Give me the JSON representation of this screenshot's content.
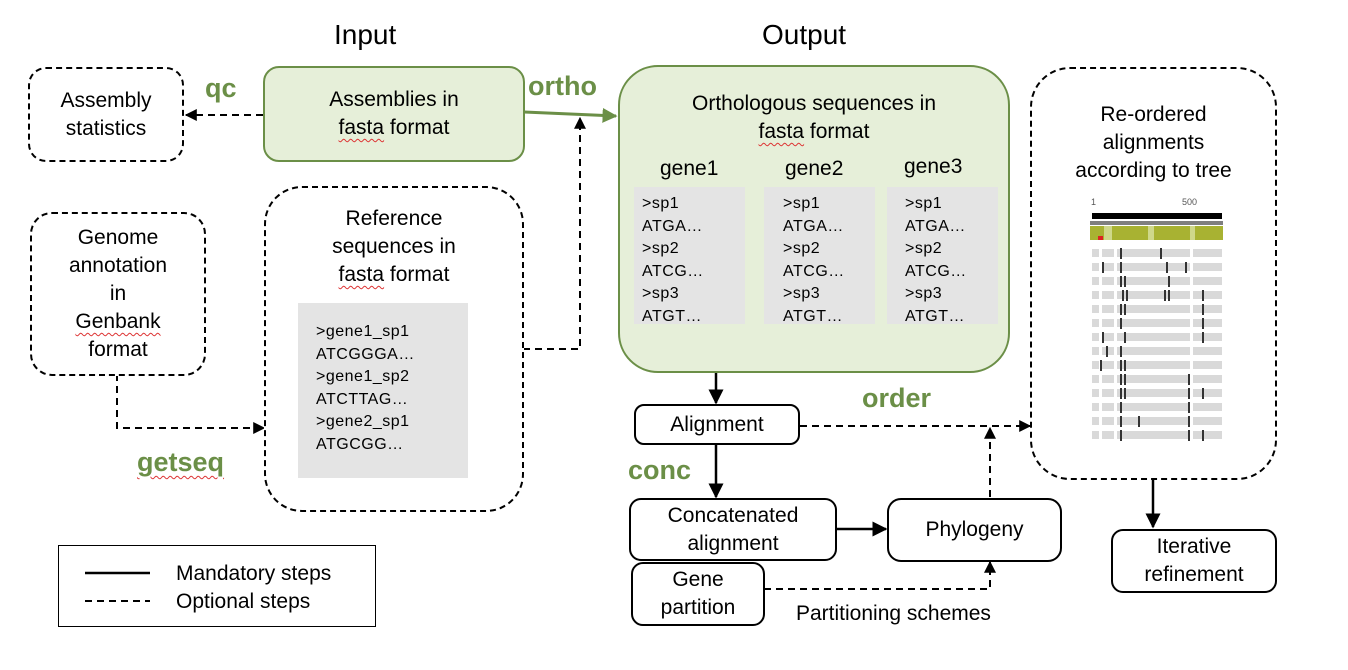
{
  "headings": {
    "input": "Input",
    "output": "Output"
  },
  "commands": {
    "qc": "qc",
    "ortho": "ortho",
    "getseq": "getseq",
    "order": "order",
    "conc": "conc"
  },
  "boxes": {
    "assembly_stats": [
      "Assembly",
      "statistics"
    ],
    "assemblies": [
      "Assemblies in",
      "fasta",
      " format"
    ],
    "genome_annotation": [
      "Genome",
      "annotation",
      "in",
      "Genbank",
      "format"
    ],
    "reference": [
      "Reference",
      "sequences in",
      "fasta",
      " format"
    ],
    "orthologous": [
      "Orthologous sequences in",
      "fasta",
      " format"
    ],
    "reordered": [
      "Re-ordered",
      "alignments",
      "according to tree"
    ],
    "alignment": "Alignment",
    "concatenated": [
      "Concatenated",
      "alignment"
    ],
    "phylogeny": "Phylogeny",
    "gene_partition": [
      "Gene",
      "partition"
    ],
    "iterative": [
      "Iterative",
      "refinement"
    ]
  },
  "reference_seqs": [
    ">gene1_sp1",
    "ATCGGGA…",
    ">gene1_sp2",
    "ATCTTAG…",
    ">gene2_sp1",
    "ATGCGG…"
  ],
  "genes": [
    {
      "name": "gene1",
      "seqs": [
        ">sp1",
        "ATGA…",
        ">sp2",
        "ATCG…",
        ">sp3",
        "ATGT…"
      ]
    },
    {
      "name": "gene2",
      "seqs": [
        ">sp1",
        "ATGA…",
        ">sp2",
        "ATCG…",
        ">sp3",
        "ATGT…"
      ]
    },
    {
      "name": "gene3",
      "seqs": [
        ">sp1",
        "ATGA…",
        ">sp2",
        "ATCG…",
        ">sp3",
        "ATGT…"
      ]
    }
  ],
  "alignment_view": {
    "start_label": "1",
    "end_label": "500"
  },
  "partitioning_label": "Partitioning schemes",
  "legend": {
    "mandatory": "Mandatory steps",
    "optional": "Optional steps"
  },
  "colors": {
    "green_fill": "#e6efd9",
    "green_border": "#6b8f47",
    "command_text": "#6b8f47"
  }
}
